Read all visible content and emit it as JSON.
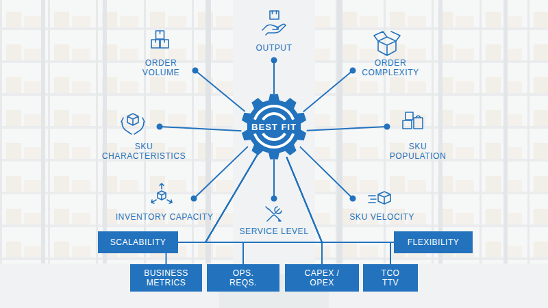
{
  "diagram": {
    "nodes": [
      {
        "text": [
          "ORDER VOLUME"
        ]
      },
      {
        "text": [
          "OUTPUT"
        ]
      },
      {
        "text": [
          "ORDER COMPLEXITY"
        ]
      },
      {
        "text": [
          "SKU CHARACTERISTICS"
        ]
      },
      {
        "text": [
          "BEST FIT"
        ]
      },
      {
        "text": [
          "SKU POPULATION"
        ]
      },
      {
        "text": [
          "INVENTORY CAPACITY"
        ]
      },
      {
        "text": [
          "SERVICE LEVEL"
        ]
      },
      {
        "text": [
          "SKU VELOCITY"
        ]
      },
      {
        "text": [
          "SCALABILITY"
        ]
      },
      {
        "text": [
          "FLEXIBILITY"
        ]
      },
      {
        "text": [
          "BUSINESS METRICS"
        ]
      },
      {
        "text": [
          "OPS. REQS."
        ]
      },
      {
        "text": [
          "CAPEX / OPEX"
        ]
      },
      {
        "text": [
          "TCO TTV"
        ]
      }
    ],
    "edges": [
      {
        "from": 4,
        "to": 0,
        "arrow": "none"
      },
      {
        "from": 4,
        "to": 1,
        "arrow": "none"
      },
      {
        "from": 4,
        "to": 2,
        "arrow": "none"
      },
      {
        "from": 4,
        "to": 3,
        "arrow": "none"
      },
      {
        "from": 4,
        "to": 5,
        "arrow": "none"
      },
      {
        "from": 4,
        "to": 6,
        "arrow": "none"
      },
      {
        "from": 4,
        "to": 7,
        "arrow": "none"
      },
      {
        "from": 4,
        "to": 8,
        "arrow": "none"
      },
      {
        "from": 4,
        "to": 9,
        "arrow": "none"
      },
      {
        "from": 4,
        "to": 10,
        "arrow": "none"
      },
      {
        "from": 4,
        "to": 11,
        "arrow": "none"
      },
      {
        "from": 4,
        "to": 12,
        "arrow": "none"
      },
      {
        "from": 4,
        "to": 13,
        "arrow": "none"
      },
      {
        "from": 4,
        "to": 14,
        "arrow": "none"
      }
    ]
  }
}
